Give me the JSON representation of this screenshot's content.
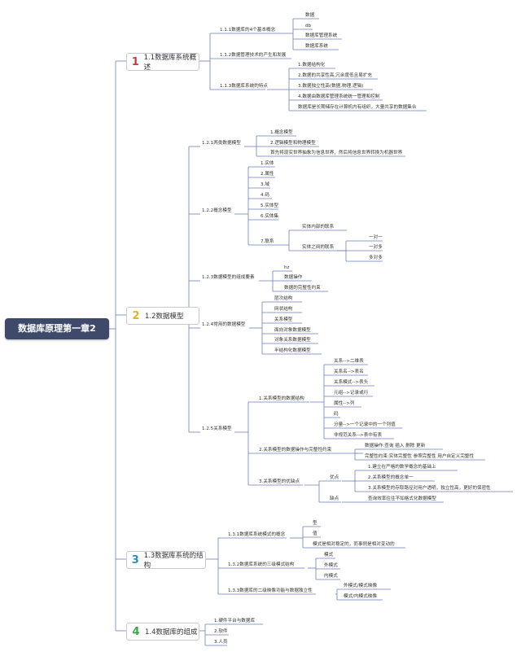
{
  "root": {
    "title": "数据库原理第一章2"
  },
  "colors": {
    "line": "#6f7fb0",
    "root_bg": "#3f4a6b",
    "num1": "#d83040",
    "num2": "#e8b21a",
    "num3": "#2a8fb8",
    "num4": "#3aa64a"
  },
  "sections": [
    {
      "num": "1",
      "title": "1.1数据库系统概述"
    },
    {
      "num": "2",
      "title": "1.2数据模型"
    },
    {
      "num": "3",
      "title": "1.3数据库系统的结构"
    },
    {
      "num": "4",
      "title": "1.4数据库的组成"
    }
  ],
  "s1": {
    "c1": {
      "label": "1.1.1数据库的4个基本概念",
      "items": [
        "数据",
        "db",
        "数据库管理系统",
        "数据库系统"
      ]
    },
    "c2": {
      "label": "1.1.2数据管理技术的产生和发展"
    },
    "c3": {
      "label": "1.1.3数据库系统的特点",
      "items": [
        "1.数据结构化",
        "2.数据的共享性高,冗余度低且易扩充",
        "3.数据独立性高(数据,物理,逻辑)",
        "4.数据由数据库管理系统统一管理和控制",
        "数据库是长期储存在计算机内有组织，大量共享的数据集合"
      ]
    }
  },
  "s2": {
    "c1": {
      "label": "1.2.1两类数据模型",
      "items": [
        "1.概念模型",
        "2.逻辑模型和物理模型",
        "首先将现实世界抽象为信息世界，然后将信息世界转换为机器世界"
      ]
    },
    "c2": {
      "label": "1.2.2概念模型",
      "items": [
        "1.实体",
        "2.属性",
        "3.域",
        "4.码",
        "5.实体型",
        "6.实体集",
        "7.联系"
      ],
      "rel": {
        "inner": "实体内部的联系",
        "between": "实体之间的联系",
        "kinds": [
          "一对一",
          "一对多",
          "多对多"
        ]
      }
    },
    "c3": {
      "label": "1.2.3数据模型的组成要素",
      "items": [
        "hz",
        "数据操作",
        "数据的完整性约束"
      ]
    },
    "c4": {
      "label": "1.2.4常用的数据模型",
      "items": [
        "层次结构",
        "网状结构",
        "关系模型",
        "面向对象数据模型",
        "对象关系数据模型",
        "半结构化数据模型"
      ]
    },
    "c5": {
      "label": "1.2.5关系模型",
      "sub1": {
        "label": "1.关系模型的数据结构",
        "items": [
          "关系-->二维表",
          "关系名-->表名",
          "关系模式-->表头",
          "元组-->记录或行",
          "属性-->列",
          "码",
          "分量-->一个记录中的一个列值",
          "非规范关系-->表中有表"
        ]
      },
      "sub2": {
        "label": "2.关系模型的数据操作与完整性约束",
        "items": [
          "数据操作:查询 插入 删除 更新",
          "完整性约束:实体完整性 参照完整性 用户自定义完整性"
        ]
      },
      "sub3": {
        "label": "3.关系模型的优缺点",
        "pros_label": "优点",
        "pros": [
          "1.建立在严格的数学概念的基础上",
          "2.关系模型的概念单一",
          "3.关系模型的存取路径对用户透明，独立性高，更好的保密性"
        ],
        "cons_label": "缺点",
        "cons": [
          "查询效率往往不如格式化数据模型"
        ]
      }
    }
  },
  "s3": {
    "c1": {
      "label": "1.3.1数据库系统模式的概念",
      "items": [
        "型",
        "值",
        "模式是相对稳定的，而事例是相对变动的"
      ]
    },
    "c2": {
      "label": "1.3.2数据库系统的三级模式结构",
      "items": [
        "模式",
        "外模式",
        "内模式"
      ]
    },
    "c3": {
      "label": "1.3.3数据库的二级映像功能与数据独立性",
      "items": [
        "外模式/模式映像",
        "模式/内模式映像"
      ]
    }
  },
  "s4": {
    "items": [
      "1.硬件平台与数据库",
      "2.软件",
      "3.人员"
    ]
  }
}
